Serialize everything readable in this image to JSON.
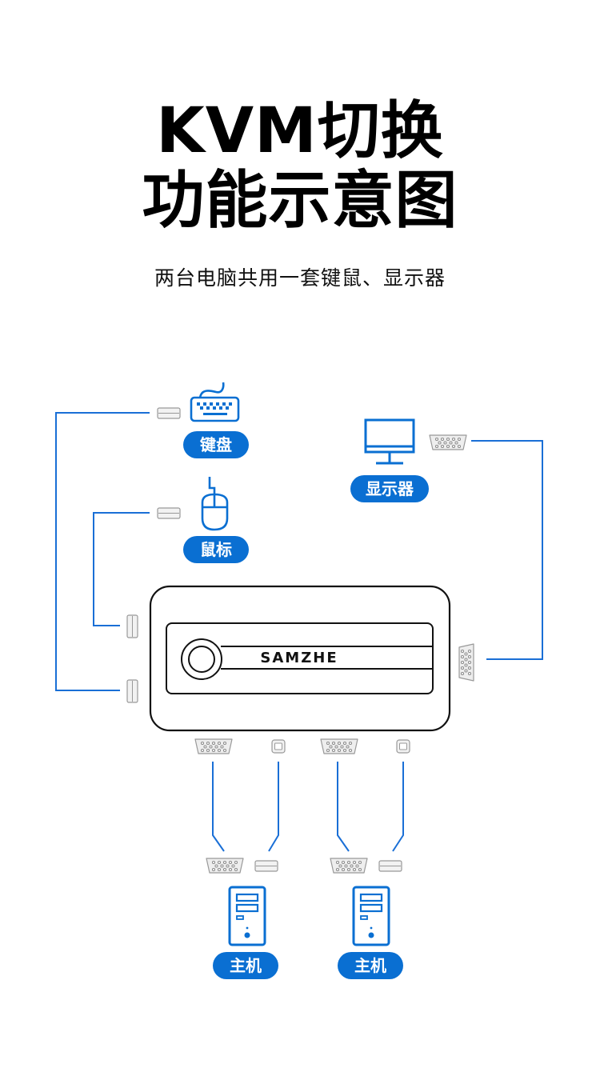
{
  "header": {
    "title_line1": "KVM切换",
    "title_line2": "功能示意图",
    "subtitle": "两台电脑共用一套键鼠、显示器"
  },
  "colors": {
    "accent": "#0a6fd2",
    "line": "#1a6fd6",
    "device_outline": "#111111",
    "connector_fill": "#eeeeee",
    "connector_stroke": "#999999"
  },
  "peripherals": {
    "keyboard": {
      "label": "键盘",
      "icon": "keyboard-icon",
      "connector": "usb"
    },
    "mouse": {
      "label": "鼠标",
      "icon": "mouse-icon",
      "connector": "usb"
    },
    "monitor": {
      "label": "显示器",
      "icon": "monitor-icon",
      "connector": "vga"
    }
  },
  "switch": {
    "brand": "SAMZHE",
    "button_icon": "switch-button-icon",
    "ports_left": [
      "usb",
      "usb"
    ],
    "ports_right": [
      "vga"
    ],
    "ports_bottom": [
      "vga",
      "usb",
      "vga",
      "usb"
    ]
  },
  "hosts": [
    {
      "label": "主机",
      "icon": "pc-tower-icon",
      "connectors": [
        "vga",
        "usb"
      ]
    },
    {
      "label": "主机",
      "icon": "pc-tower-icon",
      "connectors": [
        "vga",
        "usb"
      ]
    }
  ]
}
